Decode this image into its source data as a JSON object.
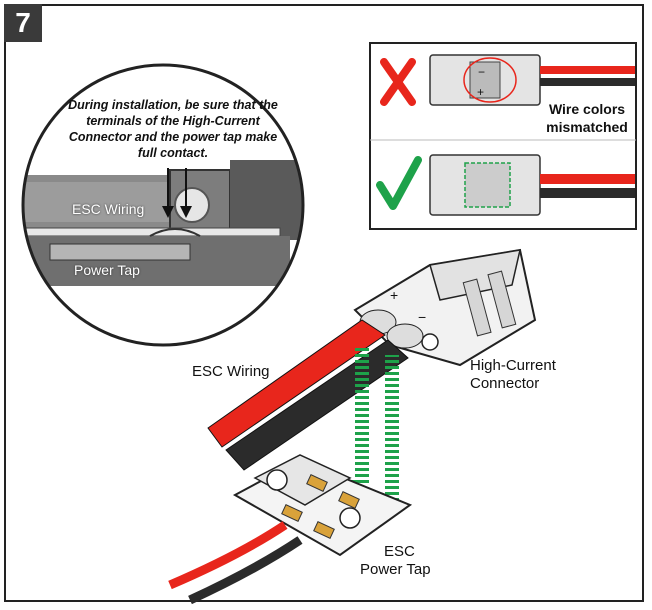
{
  "step": {
    "number": "7"
  },
  "inset": {
    "note": "During installation, be sure that the terminals of the High-Current Connector and the power tap make full contact.",
    "esc_wiring_label": "ESC Wiring",
    "power_tap_label": "Power Tap"
  },
  "comparison": {
    "wrong_label": "Wire colors mismatched"
  },
  "main": {
    "esc_wiring_label": "ESC Wiring",
    "connector_label_1": "High-Current",
    "connector_label_2": "Connector",
    "power_tap_label_1": "ESC",
    "power_tap_label_2": "Power Tap"
  },
  "colors": {
    "red_wire": "#e8261c",
    "black_wire": "#2b2b2b",
    "guide_green": "#1ea24a",
    "badge": "#3a3a3a"
  }
}
